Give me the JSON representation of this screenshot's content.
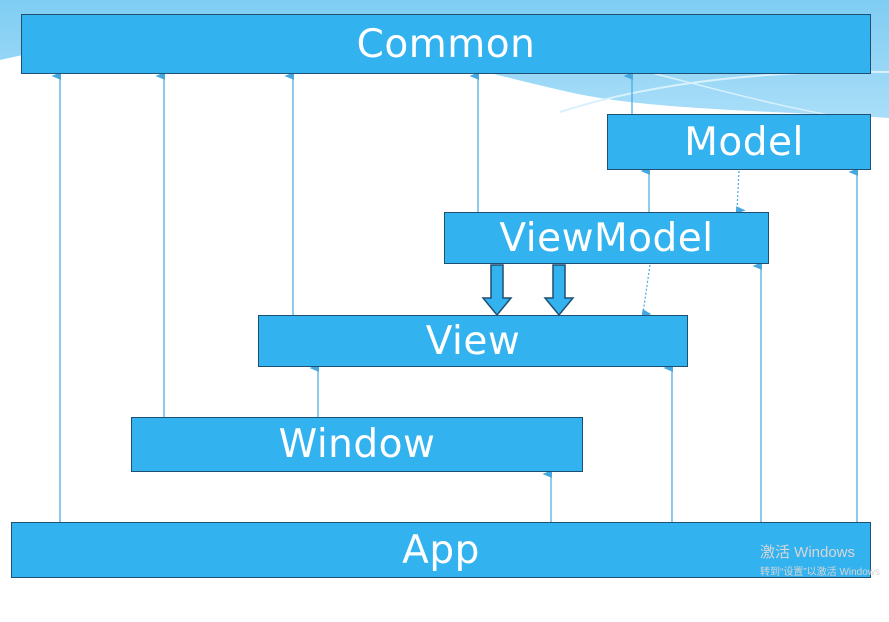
{
  "boxes": {
    "common": "Common",
    "model": "Model",
    "viewmodel": "ViewModel",
    "view": "View",
    "window": "Window",
    "app": "App"
  },
  "watermark": {
    "line1": "激活 Windows",
    "line2": "转到“设置”以激活 Windows"
  },
  "colors": {
    "box_fill": "#33b2f0",
    "box_border": "#1f4f73",
    "arrow": "#43a8e0",
    "background_sky": "#7fcdf3"
  },
  "edges": [
    {
      "from": "App",
      "to": "Common",
      "style": "solid"
    },
    {
      "from": "Window",
      "to": "Common",
      "style": "solid"
    },
    {
      "from": "View",
      "to": "Common",
      "style": "solid"
    },
    {
      "from": "ViewModel",
      "to": "Common",
      "style": "solid"
    },
    {
      "from": "Model",
      "to": "Common",
      "style": "solid"
    },
    {
      "from": "ViewModel",
      "to": "Model",
      "style": "solid"
    },
    {
      "from": "Model",
      "to": "ViewModel",
      "style": "dashed"
    },
    {
      "from": "ViewModel",
      "to": "View",
      "style": "block"
    },
    {
      "from": "ViewModel",
      "to": "View",
      "style": "block"
    },
    {
      "from": "ViewModel",
      "to": "View",
      "style": "dashed"
    },
    {
      "from": "Window",
      "to": "View",
      "style": "solid"
    },
    {
      "from": "App",
      "to": "Window",
      "style": "solid"
    },
    {
      "from": "App",
      "to": "View",
      "style": "solid"
    },
    {
      "from": "App",
      "to": "ViewModel",
      "style": "solid"
    },
    {
      "from": "App",
      "to": "Model",
      "style": "solid"
    }
  ]
}
